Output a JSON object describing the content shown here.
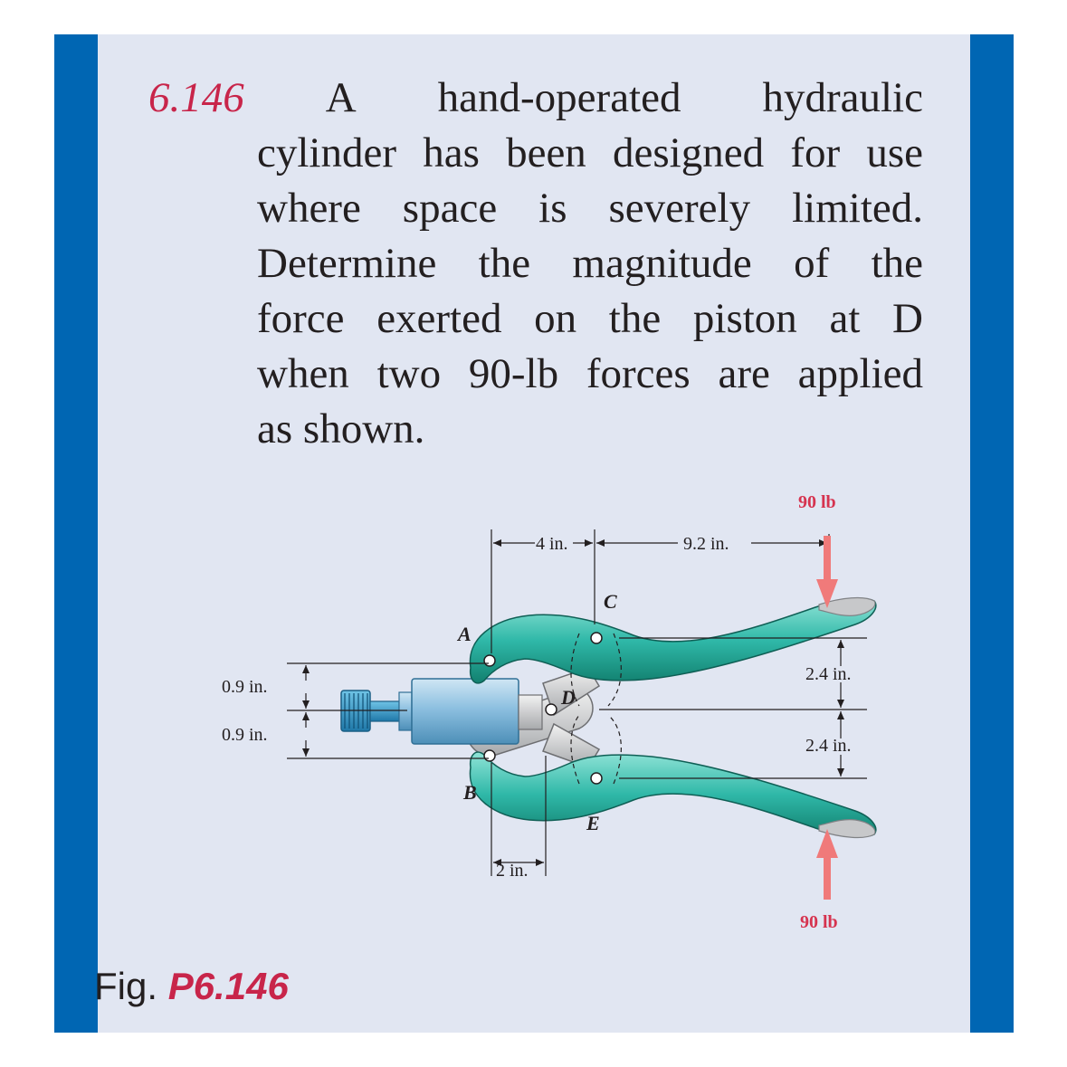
{
  "problem": {
    "number": "6.146",
    "lines": [
      "A",
      "hand-operated",
      "hydraulic",
      "cylinder has been designed for use",
      "where space is severely limited.",
      "Determine the magnitude of the",
      "force exerted on the piston at D",
      "when two 90-lb forces are applied",
      "as shown."
    ]
  },
  "figure": {
    "caption_word": "Fig.",
    "caption_number": "P6.146",
    "points": {
      "A": "A",
      "B": "B",
      "C": "C",
      "D": "D",
      "E": "E"
    },
    "dimensions": {
      "top_left": "4 in.",
      "top_right": "9.2 in.",
      "bottom": "2 in.",
      "left_upper": "0.9 in.",
      "left_lower": "0.9 in.",
      "right_upper": "2.4 in.",
      "right_lower": "2.4 in."
    },
    "forces": {
      "top": "90 lb",
      "bottom": "90 lb"
    }
  },
  "colors": {
    "frame_blue": "#0066b3",
    "panel_bg": "#e1e6f2",
    "accent_red": "#c8254a",
    "handle_green": "#2fb8a8",
    "cylinder_blue": "#7fb6d8",
    "force_arrow": "#f07a7a"
  }
}
